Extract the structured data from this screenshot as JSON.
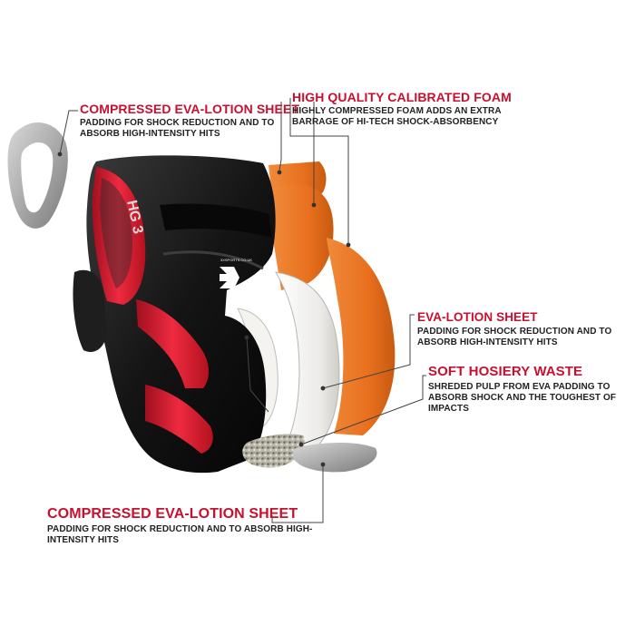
{
  "diagram": {
    "callouts": {
      "top_left": {
        "title": "COMPRESSED EVA-LOTION SHEET",
        "description": "PADDING FOR SHOCK REDUCTION AND TO ABSORB HIGH-INTENSITY HITS"
      },
      "top_right": {
        "title": "HIGH QUALITY CALIBRATED FOAM",
        "description": "HIGHLY COMPRESSED FOAM ADDS AN EXTRA BARRAGE OF HI-TECH SHOCK-ABSORBENCY"
      },
      "mid_right": {
        "title": "EVA-LOTION SHEET",
        "description": "PADDING FOR SHOCK REDUCTION AND TO ABSORB HIGH-INTENSITY HITS"
      },
      "soft": {
        "title": "SOFT HOSIERY WASTE",
        "description": "SHREDED PULP FROM EVA PADDING TO ABSORB SHOCK AND THE TOUGHEST OF IMPACTS"
      },
      "bottom": {
        "title": "COMPRESSED EVA-LOTION SHEET",
        "description": "PADDING FOR SHOCK REDUCTION AND TO ABSORB HIGH-INTENSITY HITS"
      }
    },
    "product": {
      "model_label": "HG 3",
      "brand_small": "3XSPORTS.CO.UK"
    },
    "colors": {
      "title_red": "#c8102e",
      "foam_orange": "#e8701e",
      "helmet_black": "#161616",
      "helmet_red": "#e2233b",
      "eva_white": "#ececea"
    }
  }
}
